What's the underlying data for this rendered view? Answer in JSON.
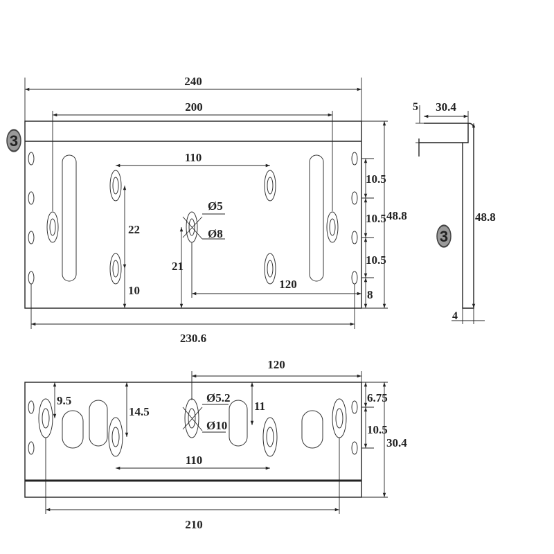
{
  "part_number": "3",
  "top_view": {
    "dims": {
      "overall_length": "240",
      "outer_hole_span": "200",
      "inner_hole_span": "110",
      "hole_vertical_gap": "22",
      "hole_bottom_offset": "10",
      "center_hole_height": "21",
      "center_to_edge": "120",
      "edge_hole_gap_1": "10.5",
      "edge_hole_gap_2": "10.5",
      "edge_hole_gap_3": "10.5",
      "edge_hole_bottom": "8",
      "height": "48.8",
      "edge_hole_span": "230.6"
    },
    "callouts": {
      "small_diameter": "Ø5",
      "large_diameter": "Ø8"
    }
  },
  "side_view": {
    "dims": {
      "lip": "5",
      "flange_width": "30.4",
      "height": "48.8",
      "thickness": "4"
    }
  },
  "bottom_view": {
    "dims": {
      "center_to_edge": "120",
      "left_hole_offset": "9.5",
      "hole_drop": "14.5",
      "center_drop": "11",
      "edge_hole_top": "6.75",
      "edge_hole_gap": "10.5",
      "height": "30.4",
      "inner_hole_span": "110",
      "outer_hole_span": "210"
    },
    "callouts": {
      "small_diameter": "Ø5.2",
      "large_diameter": "Ø10"
    }
  }
}
